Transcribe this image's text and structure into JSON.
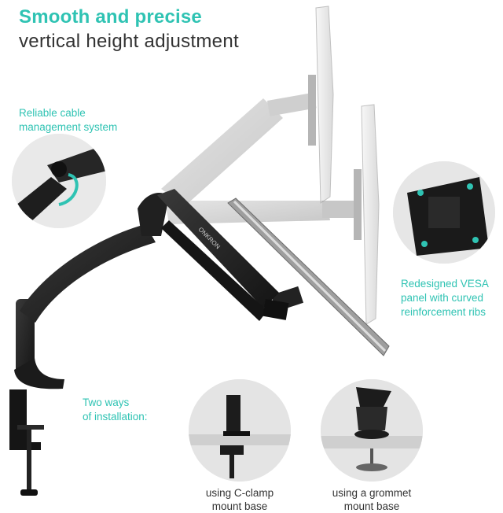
{
  "headline": {
    "line1": "Smooth and precise",
    "line2": "vertical height adjustment"
  },
  "callouts": {
    "cable": [
      "Reliable cable",
      "management system"
    ],
    "vesa": [
      "Redesigned VESA",
      "panel with curved",
      "reinforcement ribs"
    ],
    "installation": [
      "Two ways",
      "of installation:"
    ]
  },
  "mount_options": {
    "clamp": [
      "using C-clamp",
      "mount base"
    ],
    "grommet": [
      "using a grommet",
      "mount base"
    ]
  },
  "brand": "ONKRON",
  "colors": {
    "accent": "#2fc3b3",
    "text": "#333333",
    "arm": "#1f1f1f"
  }
}
